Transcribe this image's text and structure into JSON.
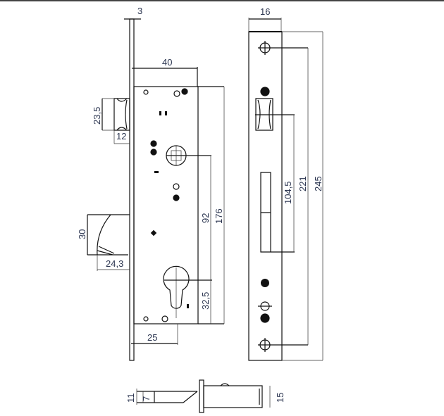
{
  "title": "Mortise lock dimension drawing",
  "dimensions": {
    "faceplate_thickness": "3",
    "body_depth": "40",
    "latch_height": "23,5",
    "latch_projection": "12",
    "bolt_height": "30",
    "bolt_projection": "24,3",
    "backset": "25",
    "handle_to_cylinder": "92",
    "body_height": "176",
    "cylinder_to_bottom": "32,5",
    "faceplate_width": "16",
    "latch_to_bolt": "104,5",
    "screw_spacing": "221",
    "faceplate_length": "245",
    "bottom_bolt_height": "11",
    "bottom_inner": "7",
    "bottom_body_thickness": "15"
  },
  "colors": {
    "line": "#111111",
    "label": "#2b3550",
    "top_rule": "#444444"
  }
}
